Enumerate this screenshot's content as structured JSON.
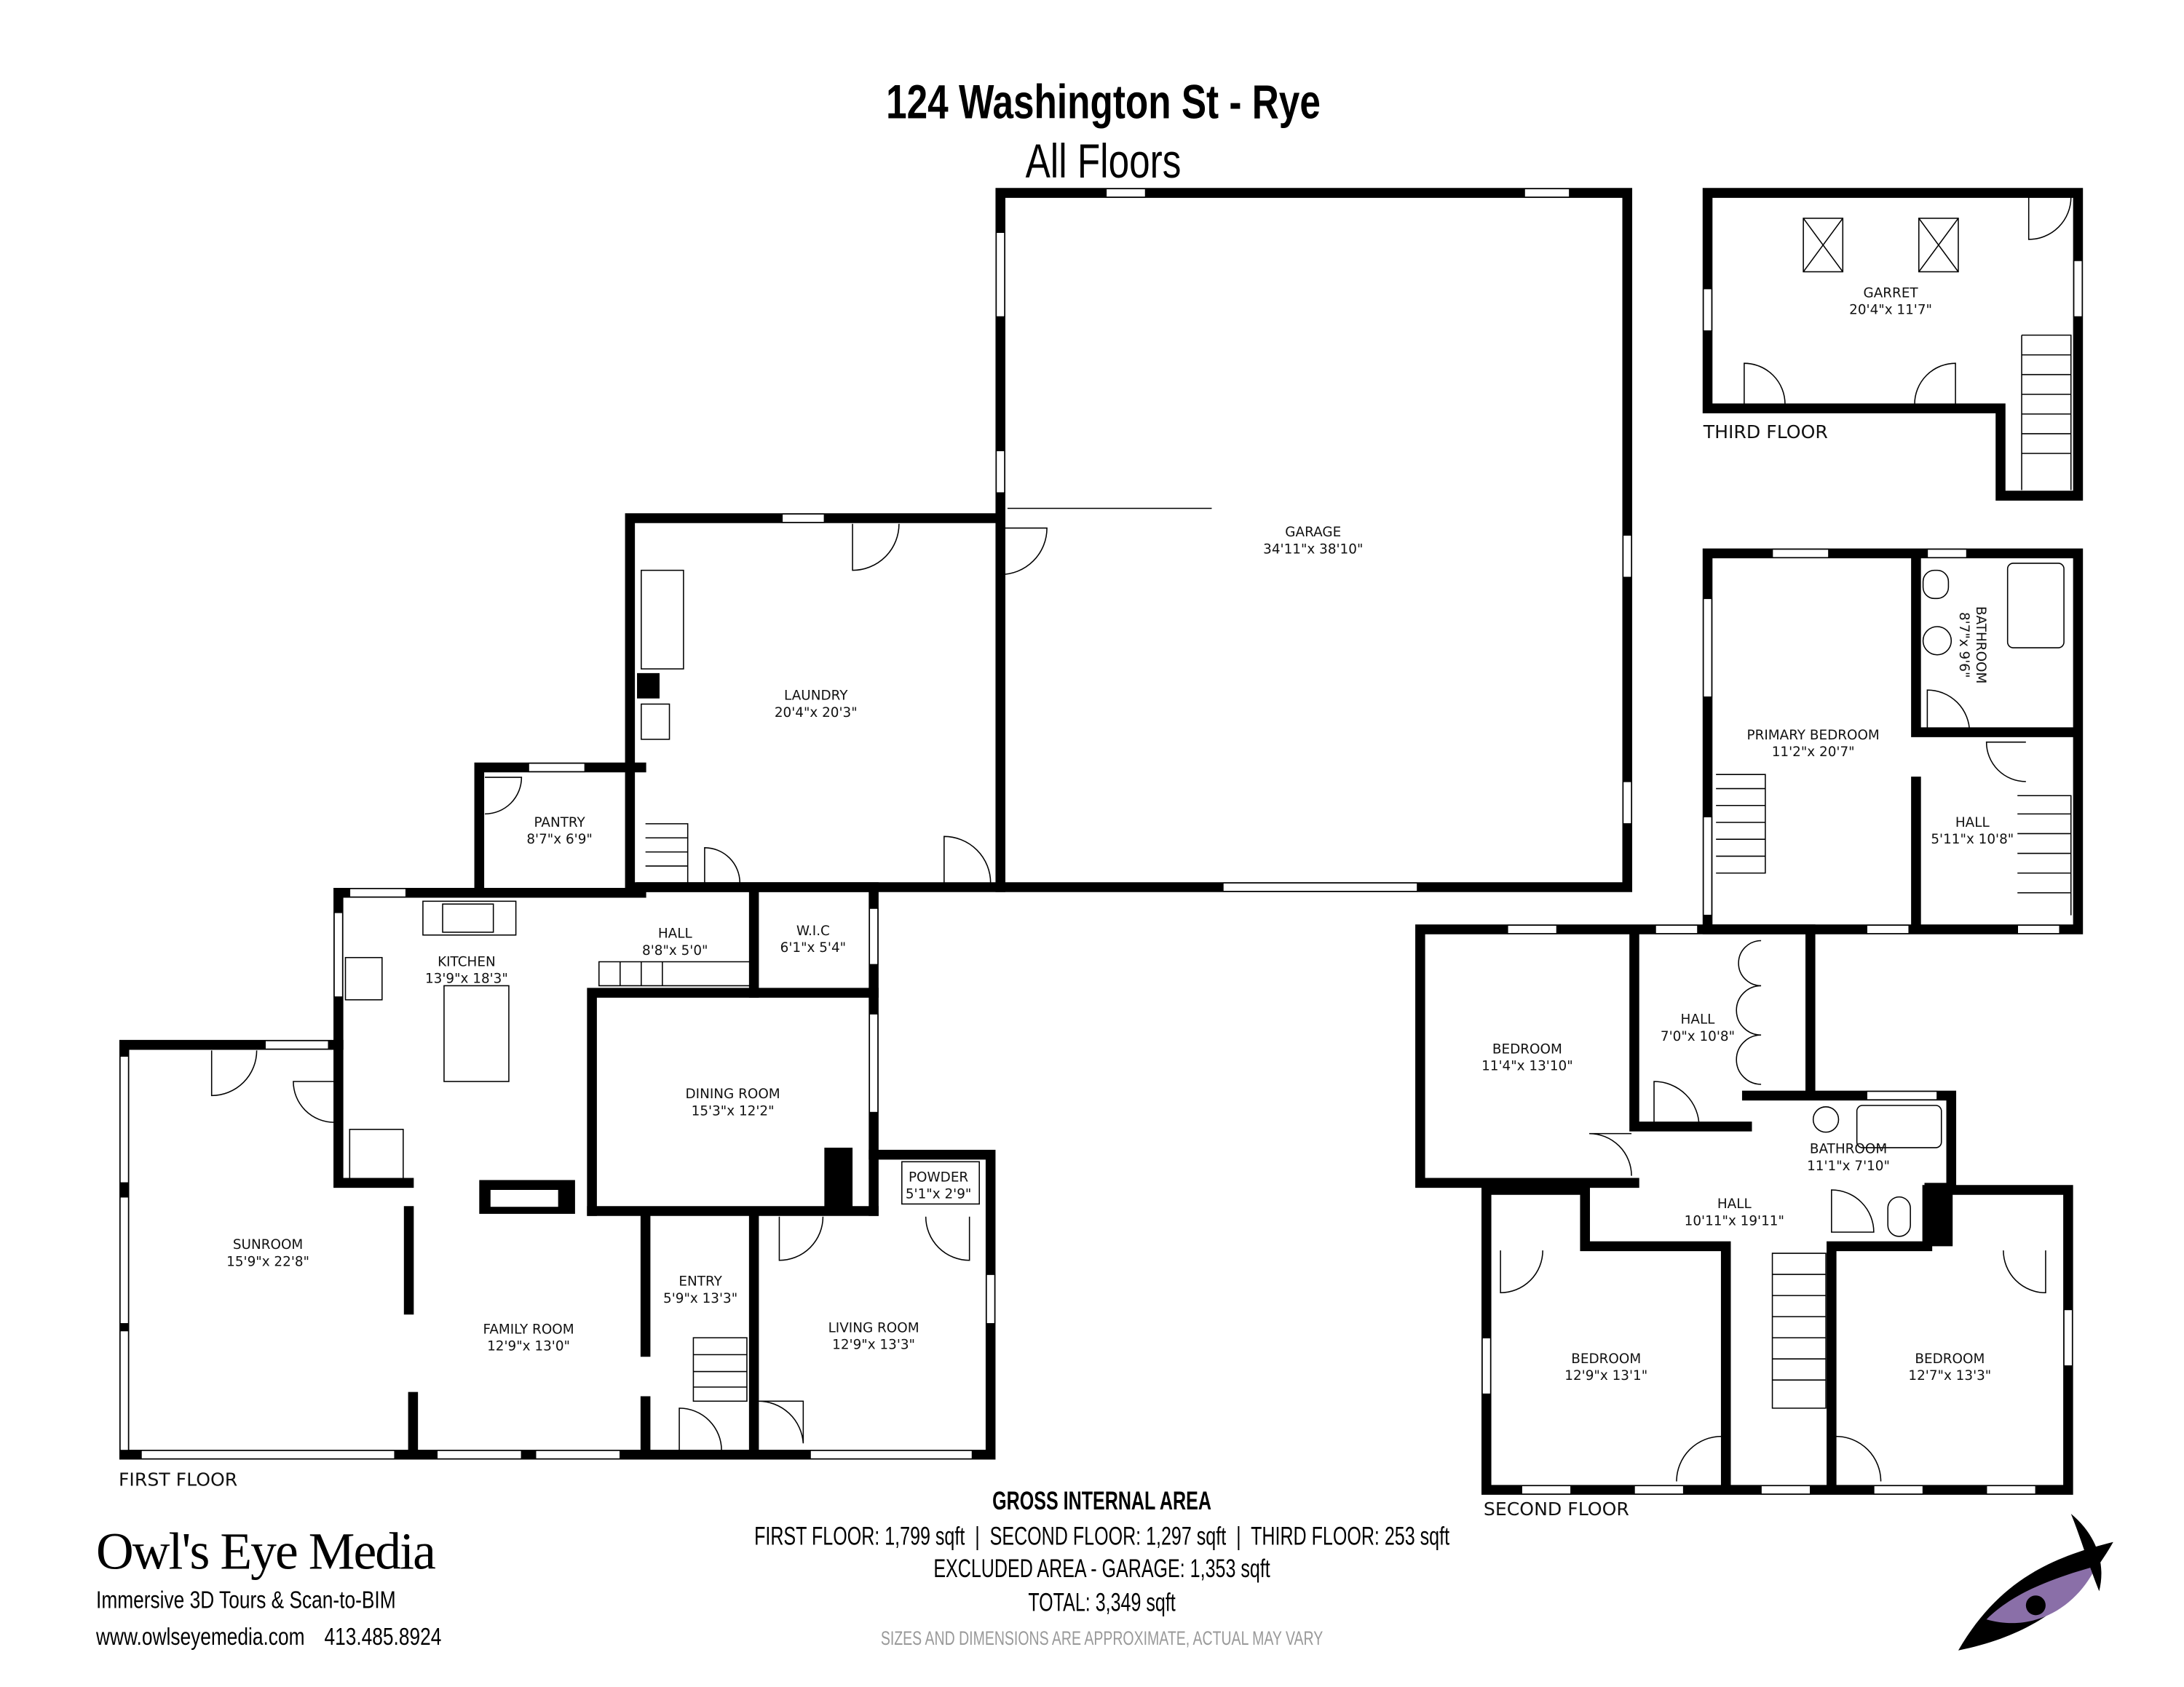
{
  "title": "124 Washington St - Rye",
  "subtitle": "All Floors",
  "floors": {
    "first": {
      "label": "FIRST FLOOR",
      "rooms": [
        {
          "name": "GARAGE",
          "dims": "34'11\"x  38'10\""
        },
        {
          "name": "LAUNDRY",
          "dims": "20'4\"x  20'3\""
        },
        {
          "name": "PANTRY",
          "dims": "8'7\"x  6'9\""
        },
        {
          "name": "KITCHEN",
          "dims": "13'9\"x  18'3\""
        },
        {
          "name": "HALL",
          "dims": "8'8\"x  5'0\""
        },
        {
          "name": "W.I.C",
          "dims": "6'1\"x  5'4\""
        },
        {
          "name": "DINING ROOM",
          "dims": "15'3\"x  12'2\""
        },
        {
          "name": "POWDER",
          "dims": "5'1\"x  2'9\""
        },
        {
          "name": "SUNROOM",
          "dims": "15'9\"x  22'8\""
        },
        {
          "name": "ENTRY",
          "dims": "5'9\"x  13'3\""
        },
        {
          "name": "FAMILY ROOM",
          "dims": "12'9\"x  13'0\""
        },
        {
          "name": "LIVING ROOM",
          "dims": "12'9\"x  13'3\""
        }
      ]
    },
    "second": {
      "label": "SECOND FLOOR",
      "rooms": [
        {
          "name": "PRIMARY BEDROOM",
          "dims": "11'2\"x  20'7\""
        },
        {
          "name": "BATHROOM",
          "dims": "8'7\"x  9'6\""
        },
        {
          "name": "HALL",
          "dims": "5'11\"x  10'8\""
        },
        {
          "name": "BEDROOM",
          "dims": "11'4\"x  13'10\""
        },
        {
          "name": "HALL",
          "dims": "7'0\"x  10'8\""
        },
        {
          "name": "BATHROOM",
          "dims": "11'1\"x  7'10\""
        },
        {
          "name": "HALL",
          "dims": "10'11\"x  19'11\""
        },
        {
          "name": "BEDROOM",
          "dims": "12'9\"x  13'1\""
        },
        {
          "name": "BEDROOM",
          "dims": "12'7\"x  13'3\""
        }
      ]
    },
    "third": {
      "label": "THIRD FLOOR",
      "rooms": [
        {
          "name": "GARRET",
          "dims": "20'4\"x  11'7\""
        }
      ]
    }
  },
  "area": {
    "heading": "GROSS INTERNAL AREA",
    "floors_line": "FIRST FLOOR: 1,799 sqft  |  SECOND FLOOR: 1,297 sqft  |  THIRD FLOOR: 253 sqft",
    "excluded": "EXCLUDED AREA - GARAGE: 1,353 sqft",
    "total": "TOTAL: 3,349 sqft",
    "disclaimer": "SIZES AND DIMENSIONS ARE APPROXIMATE, ACTUAL MAY VARY"
  },
  "brand": {
    "name": "Owl's Eye Media",
    "tagline": "Immersive 3D Tours & Scan-to-BIM",
    "website": "www.owlseyemedia.com",
    "phone": "413.485.8924",
    "logo_color": "#8a6fa8"
  }
}
